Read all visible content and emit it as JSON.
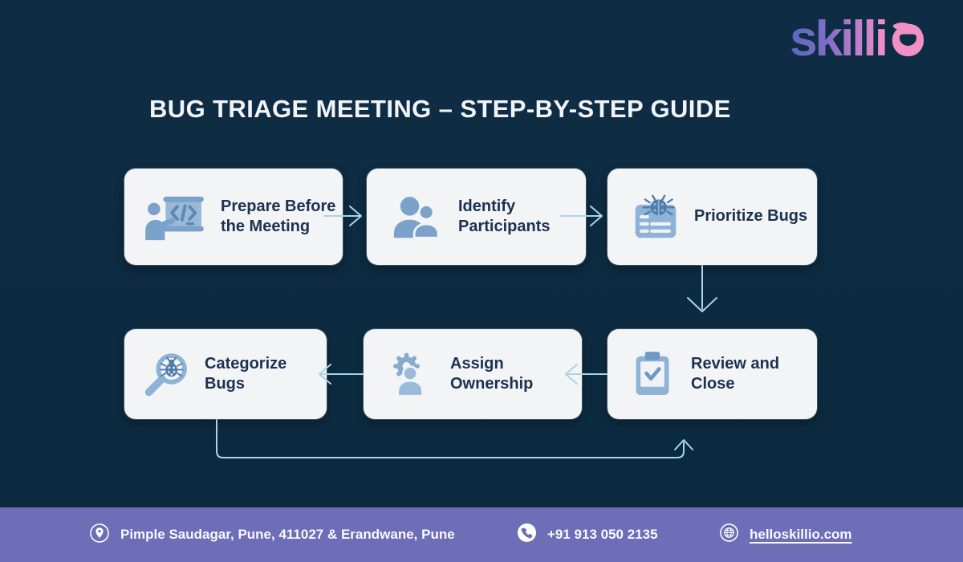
{
  "brand": {
    "logo_text": "skilli",
    "logo_mark": "smile-bubble-o-icon",
    "gradient_start": "#5a67bc",
    "gradient_end": "#f391c6"
  },
  "header": {
    "title": "BUG TRIAGE MEETING – STEP-BY-STEP GUIDE"
  },
  "flow": {
    "steps": [
      {
        "order": 1,
        "title": "Prepare Before the Meeting",
        "icon": "presenter-whiteboard-icon"
      },
      {
        "order": 2,
        "title": "Identify Participants",
        "icon": "participants-icon"
      },
      {
        "order": 3,
        "title": "Prioritize Bugs",
        "icon": "bug-report-icon"
      },
      {
        "order": 4,
        "title": "Review and Close",
        "icon": "clipboard-check-icon"
      },
      {
        "order": 5,
        "title": "Assign Ownership",
        "icon": "gear-person-icon"
      },
      {
        "order": 6,
        "title": "Categorize Bugs",
        "icon": "magnifier-bug-icon"
      }
    ]
  },
  "footer": {
    "address": "Pimple Saudagar, Pune, 411027 & Erandwane, Pune",
    "phone": "+91 913 050 2135",
    "website": "helloskillio.com",
    "icons": {
      "address": "location-pin-icon",
      "phone": "phone-icon",
      "website": "globe-icon"
    }
  },
  "colors": {
    "background": "#0d2b40",
    "card_bg": "#f2f4f6",
    "card_text": "#1d3150",
    "icon_blue": "#8fb3d6",
    "icon_blue_dark": "#4f7cab",
    "arrow": "#aad4e8",
    "footer_bg": "#6e6db8",
    "title_text": "#f2f5f8"
  }
}
